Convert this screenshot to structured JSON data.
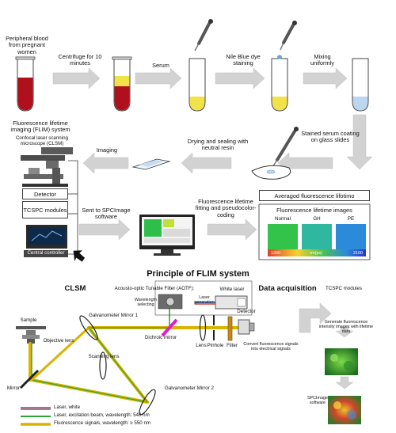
{
  "workflow": {
    "blood_label": "Peripheral blood from pregnant women",
    "centrifuge_label": "Centrifuge for 10 minutes",
    "serum_label": "Serum",
    "staining_label": "Nile Blue dye staining",
    "mixing_label": "Mixing uniformly",
    "coating_label": "Stained serum coating on glass slides",
    "drying_label": "Drying and sealing with  neutral resin",
    "imaging_label": "Imaging",
    "flim_title": "Fluorescence lifetime imaging (FLIM) system",
    "clsm_label": "Confocal laser scanning microscope (CLSM)",
    "detector_label": "Detector",
    "tcspc_label": "TCSPC modules",
    "controller_label": "Central controller",
    "spcimage_label": "Sent to SPCImage software",
    "fitting_label": "Fluorescence lifetime fitting and pseudocolor-coding",
    "avg_label": "Averagod fluorescence lifotimo",
    "images_title": "Fluorescence lifetime images",
    "group_normal": "Normal",
    "group_gh": "GH",
    "group_pe": "PE",
    "scale_min": "1300",
    "scale_max": "2100",
    "scale_unit": "τm(ps)"
  },
  "principle": {
    "title": "Principle of FLIM system",
    "clsm_heading": "CLSM",
    "acq_heading": "Data acquisition",
    "aotf_label": "Acousto-optic Tunable Filter (AOTF):",
    "white_laser": "White laser",
    "wavelength_selecting": "Wavelength selecting",
    "laser_generation": "Laser generation",
    "sample": "Sample",
    "objective_lens": "Objective lens",
    "galvo1": "Galvanometer Mirror 1",
    "dichroic": "Dichroic mirror",
    "scanning_lens": "Scanning lens",
    "mirror": "Mirror",
    "galvo2": "Galvanometer Mirror 2",
    "lens": "Lens",
    "pinhole": "Pinhole",
    "filter": "Filter",
    "detector": "Detector",
    "convert": "Convert fluorescence signals into electrical signals",
    "tcspc": "TCSPC modules",
    "generate": "Generate fluorescence intensity images with lifetime data",
    "spcimage": "SPCImage software"
  },
  "legend": {
    "white": "Laser, white",
    "excitation": "Laser, excitation beam, wavelength: 540 nm",
    "fluorescence": "Fluorescence signals, wavelength: ≥ 550 nm"
  },
  "colors": {
    "blood": "#b0101c",
    "serum": "#f2e24a",
    "stain": "#bcd6f0",
    "excitation": "#2fa33a",
    "fluorescence": "#d8b400",
    "dichroic": "#e21bd0",
    "arrow": "#cfcfcf"
  },
  "icons": [
    "tube-icon",
    "pipette-icon",
    "glass-slide-icon",
    "microscope-icon",
    "monitor-icon",
    "pointer-arrow-icon",
    "laser-device-icon",
    "mirror-icon",
    "lens-icon",
    "cell-image-icon"
  ]
}
